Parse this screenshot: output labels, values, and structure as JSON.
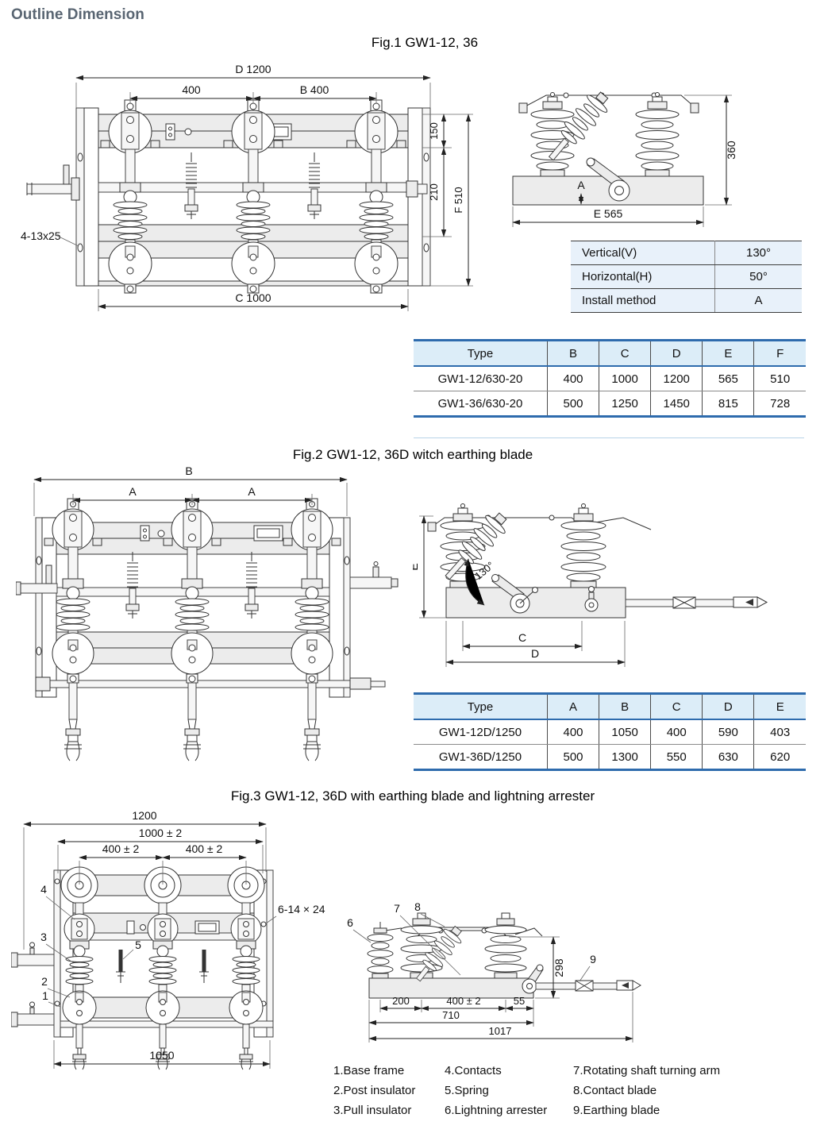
{
  "page": {
    "title": "Outline Dimension"
  },
  "fig1": {
    "caption": "Fig.1 GW1-12, 36",
    "front": {
      "dim_d": "D 1200",
      "dim_400": "400",
      "dim_b400": "B 400",
      "dim_150": "150",
      "dim_210": "210",
      "dim_f510": "F 510",
      "dim_c": "C 1000",
      "bolt_label": "4-13x25"
    },
    "side": {
      "dim_e": "E 565",
      "dim_360": "360",
      "label_a": "A"
    },
    "install_table": {
      "rows": [
        {
          "label": "Vertical(V)",
          "value": "130°"
        },
        {
          "label": "Horizontal(H)",
          "value": "50°"
        },
        {
          "label": "Install method",
          "value": "A"
        }
      ]
    },
    "spec_table": {
      "headers": [
        "Type",
        "B",
        "C",
        "D",
        "E",
        "F"
      ],
      "rows": [
        [
          "GW1-12/630-20",
          "400",
          "1000",
          "1200",
          "565",
          "510"
        ],
        [
          "GW1-36/630-20",
          "500",
          "1250",
          "1450",
          "815",
          "728"
        ]
      ]
    }
  },
  "fig2": {
    "caption": "Fig.2 GW1-12, 36D witch earthing blade",
    "front": {
      "dim_b": "B",
      "dim_a1": "A",
      "dim_a2": "A"
    },
    "side": {
      "dim_e": "E",
      "angle": "130°",
      "dim_c": "C",
      "dim_d": "D"
    },
    "spec_table": {
      "headers": [
        "Type",
        "A",
        "B",
        "C",
        "D",
        "E"
      ],
      "rows": [
        [
          "GW1-12D/1250",
          "400",
          "1050",
          "400",
          "590",
          "403"
        ],
        [
          "GW1-36D/1250",
          "500",
          "1300",
          "550",
          "630",
          "620"
        ]
      ]
    }
  },
  "fig3": {
    "caption": "Fig.3 GW1-12, 36D with earthing blade and lightning arrester",
    "front": {
      "dim_1200": "1200",
      "dim_1000": "1000 ± 2",
      "dim_400a": "400 ± 2",
      "dim_400b": "400 ± 2",
      "dim_1050": "1050",
      "label_1": "1",
      "label_2": "2",
      "label_3": "3",
      "label_4": "4",
      "label_5": "5",
      "bolt_label": "6-14 × 24"
    },
    "side": {
      "label_6": "6",
      "label_7": "7",
      "label_8": "8",
      "label_9": "9",
      "dim_298": "298",
      "dim_200": "200",
      "dim_400": "400 ± 2",
      "dim_55": "55",
      "dim_710": "710",
      "dim_1017": "1017"
    }
  },
  "legend": {
    "col1": [
      "1.Base frame",
      "2.Post insulator",
      "3.Pull insulator"
    ],
    "col2": [
      "4.Contacts",
      "5.Spring",
      "6.Lightning arrester"
    ],
    "col3": [
      "7.Rotating shaft turning arm",
      "8.Contact blade",
      "9.Earthing blade"
    ]
  }
}
